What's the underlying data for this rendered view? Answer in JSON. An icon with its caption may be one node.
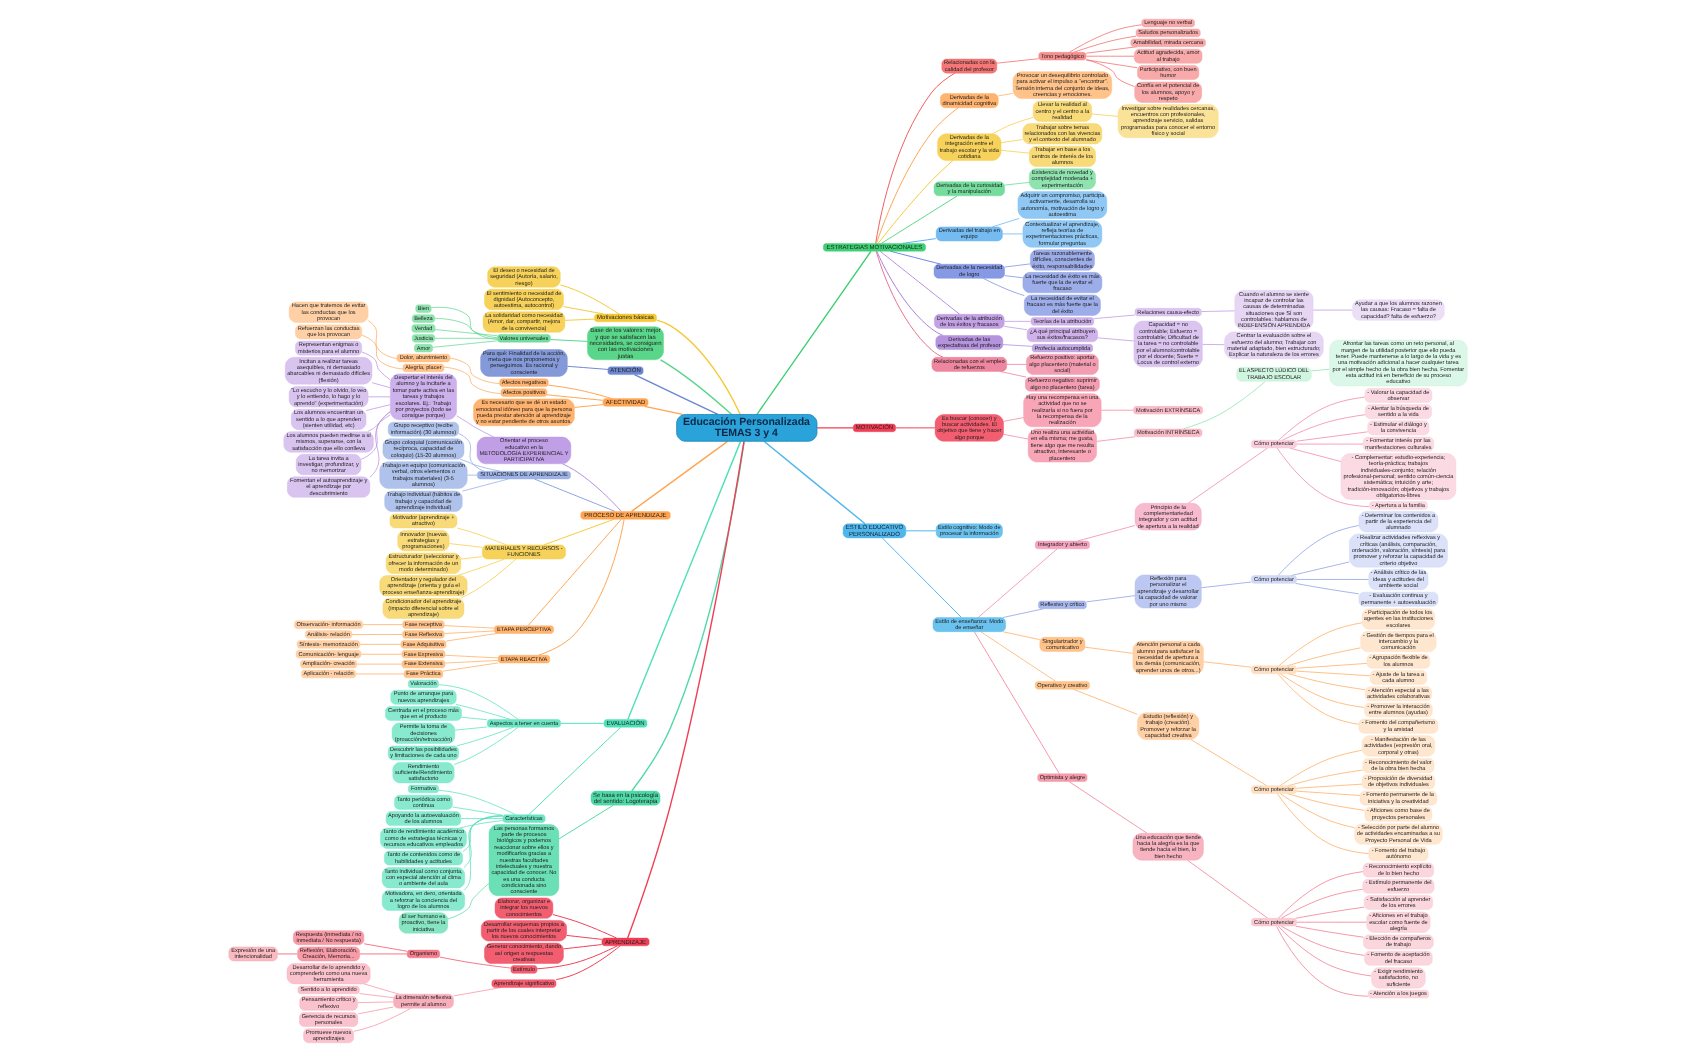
{
  "diagram": {
    "nodes": [
      {
        "text": [
          "Educación Personalizada TEMAS 3 y 4"
        ]
      },
      {
        "text": [
          "ESTRATEGIAS MOTIVACIONALES"
        ]
      },
      {
        "text": [
          "Relacionadas con la calidad del profesor"
        ]
      },
      {
        "text": [
          "Tono pedagógico"
        ]
      },
      {
        "text": [
          "Lenguaje no verbal"
        ]
      },
      {
        "text": [
          "Saludos personalizados"
        ]
      },
      {
        "text": [
          "Amabilidad, mirada cercana"
        ]
      },
      {
        "text": [
          "Actitud agradecida, amor al trabajo"
        ]
      },
      {
        "text": [
          "Participativo, con buen humor"
        ]
      },
      {
        "text": [
          "Confía en el potencial de los alumnos, apoyo y respeto"
        ]
      },
      {
        "text": [
          "Derivadas de la dinamicidad cognitiva"
        ]
      },
      {
        "text": [
          "Provocar un desequilibrio controlado para activar el impulso a \"encontrar\". Tensión interna del conjunto de ideas, creencias y emociones."
        ]
      },
      {
        "text": [
          "Derivadas de la integración entre el trabajo escolar y la vida cotidiana"
        ]
      },
      {
        "text": [
          "Llevar la realidad al centro y el centro a la realidad"
        ]
      },
      {
        "text": [
          "Investigar sobre realidades cercanas, encuentros con profesionales, aprendizaje servicio, salidas programadas para conocer el entorno físico y social"
        ]
      },
      {
        "text": [
          "Trabajar sobre temas relacionados con las vivencias y el contexto del alumnado"
        ]
      },
      {
        "text": [
          "Trabajar en base a los centros de interés de los alumnos"
        ]
      },
      {
        "text": [
          "Derivadas de la curiosidad y la manipulación"
        ]
      },
      {
        "text": [
          "Existencia de novedad y complejidad moderada + experimentación"
        ]
      },
      {
        "text": [
          "Derivadas del trabajo en equipo"
        ]
      },
      {
        "text": [
          "Adquirir un compromiso, participa activamente, desarrolla su autonomía, motivación de logro y autoestima"
        ]
      },
      {
        "text": [
          "Contextualizar el aprendizaje, refleja teorías de experimentaciones prácticas, formular preguntas"
        ]
      },
      {
        "text": [
          "Derivadas de la necesidad de logro"
        ]
      },
      {
        "text": [
          "Tareas razonablemente difíciles, conscientes de éxito, responsabilidades"
        ]
      },
      {
        "text": [
          "La necesidad de éxito es más fuerte que la de evitar el fracaso"
        ]
      },
      {
        "text": [
          "La necesidad de evitar el fracaso es más fuerte que la del éxito"
        ]
      },
      {
        "text": [
          "Derivadas de la atribución de los éxitos y fracasos"
        ]
      },
      {
        "text": [
          "Teorías de la atribución"
        ]
      },
      {
        "text": [
          "Relaciones causa-efecto"
        ]
      },
      {
        "text": [
          "Cuando el alumno se siente incapaz de controlar las causas de determinadas situaciones que SÍ son controlables: hablamos de INDEFENSIÓN APRENDIDA"
        ]
      },
      {
        "text": [
          "Ayudar a que los alumnos razonen las causas: Fracaso = falta de capacidad? falta de esfuerzo?"
        ]
      },
      {
        "text": [
          "¿A qué principal atribuyen sus éxitos/fracasos?"
        ]
      },
      {
        "text": [
          "Capacidad = no controlable; Esfuerzo = controlable; Dificultad de la tarea = no controlable por el alumno/controlable por el docente; Suerte = Locus de control externo"
        ]
      },
      {
        "text": [
          "Centrar la evaluación sobre el esfuerzo del alumno; Trabajar con material adaptado, bien estructurado; Explicar la naturaleza de los errores"
        ]
      },
      {
        "text": [
          "Derivadas de las expectativas del profesor"
        ]
      },
      {
        "text": [
          "Profecía autocumplida"
        ]
      },
      {
        "text": [
          "Relacionadas con el empleo de refuerzos"
        ]
      },
      {
        "text": [
          "Refuerzo positivo: aportar algo placentero (material o social)"
        ]
      },
      {
        "text": [
          "Refuerzo negativo: suprimir algo no placentero (tarea)"
        ]
      },
      {
        "text": [
          "Motivaciones básicas"
        ]
      },
      {
        "text": [
          "El deseo o necesidad de seguridad (Autoría, salario, riesgo)"
        ]
      },
      {
        "text": [
          "El sentimiento o necesidad de dignidad (Autoconcepto, autoestima, autocontrol)"
        ]
      },
      {
        "text": [
          "La solidaridad como necesidad (Amor, dar, compartir, mejora de la convivencia)"
        ]
      },
      {
        "text": [
          "Base de los valores: mejor y que se satisfacen las necesidades, se consiguen con las motivaciones justas"
        ]
      },
      {
        "text": [
          "Valores universales"
        ]
      },
      {
        "text": [
          "Bien"
        ]
      },
      {
        "text": [
          "Belleza"
        ]
      },
      {
        "text": [
          "Verdad"
        ]
      },
      {
        "text": [
          "Justicia"
        ]
      },
      {
        "text": [
          "Amor"
        ]
      },
      {
        "text": [
          "MOTIVACIÓN"
        ]
      },
      {
        "text": [
          "Es buscar (conocer) y buscar actividades. El objetivo que tiene y hacer algo porque"
        ]
      },
      {
        "text": [
          "Hay una recompensa en una actividad que no se realizaría si no fuera por la recompensa de la realización"
        ]
      },
      {
        "text": [
          "Motivación EXTRÍNSECA"
        ]
      },
      {
        "text": [
          "Uno realiza una actividad en ella misma; me gusta, tiene algo que me resulta atractivo, interesante o placentero"
        ]
      },
      {
        "text": [
          "Motivación INTRÍNSECA"
        ]
      },
      {
        "text": [
          "EL ASPECTO LÚDICO DEL TRABAJO ESCOLAR"
        ]
      },
      {
        "text": [
          "Afrontar las tareas como un reto personal, al margen de la utilidad posterior que ello pueda tener. Puede mantenerse a lo largo de la vida y es una motivación adicional a hacer cualquier tarea por el simple hecho de la obra bien hecha. Fomentar esta actitud irá en beneficio de su proceso educativo"
        ]
      },
      {
        "text": [
          "ATENCIÓN"
        ]
      },
      {
        "text": [
          "Para qué: Finalidad de la acción, meta que nos proponemos y perseguimos. Es racional y consciente"
        ]
      },
      {
        "text": [
          "AFECTIVIDAD"
        ]
      },
      {
        "text": [
          "Afectos negativos"
        ]
      },
      {
        "text": [
          "Dolor, aburrimiento"
        ]
      },
      {
        "text": [
          "Hacen que tratemos de evitar las conductas que los provocan"
        ]
      },
      {
        "text": [
          "Afectos positivos"
        ]
      },
      {
        "text": [
          "Alegría, placer"
        ]
      },
      {
        "text": [
          "Refuerzan las conductas que los provocan"
        ]
      },
      {
        "text": [
          "Es necesario que se dé un estado emocional idóneo para que la persona pueda prestar atención al aprendizaje y no estar pendiente de otros asuntos."
        ]
      },
      {
        "text": [
          "PROCESO DE APRENDIZAJE"
        ]
      },
      {
        "text": [
          "Orientar el proceso educativo en la METODOLOGÍA EXPERIENCIAL Y PARTICIPATIVA"
        ]
      },
      {
        "text": [
          "Despertar el interés del alumno y la incitarle a tomar parte activa en las tareas y trabajos escolares. Ej.: Trabajo por proyectos (todo se consigue porque)"
        ]
      },
      {
        "text": [
          "Representan enigmas o misterios para el alumno"
        ]
      },
      {
        "text": [
          "Incitan a realizar tareas asequibles, ni demasiado abarcables ni demasiado difíciles (flexión)"
        ]
      },
      {
        "text": [
          "\"Lo escucho y lo olvido, lo veo y lo entiendo, lo hago y lo aprendo\" (experimentación)"
        ]
      },
      {
        "text": [
          "Los alumnos encuentran un sentido a lo que aprenden (sienten utilidad, etc)"
        ]
      },
      {
        "text": [
          "Los alumnos pueden medirse a sí mismos, superarse, con la satisfacción que ello conlleva"
        ]
      },
      {
        "text": [
          "La tarea invita a investigar, profundizar, y no memorizar"
        ]
      },
      {
        "text": [
          "Fomentan el autoaprendizaje y el aprendizaje por descubrimiento"
        ]
      },
      {
        "text": [
          "SITUACIONES DE APRENDIZAJE"
        ]
      },
      {
        "text": [
          "Grupo receptivo (recibe información) (30 alumnos)"
        ]
      },
      {
        "text": [
          "Grupo coloquial (comunicación recíproca, capacidad de coloquio) (15-20 alumnos)"
        ]
      },
      {
        "text": [
          "Trabajo en equipo (comunicación verbal, otros elementos o trabajos materiales) (3-5 alumnos)"
        ]
      },
      {
        "text": [
          "Trabajo individual (hábitos de trabajo y capacidad de aprendizaje individual)"
        ]
      },
      {
        "text": [
          "MATERIALES Y RECURSOS - FUNCIONES"
        ]
      },
      {
        "text": [
          "Motivador (aprendizaje + atractivo)"
        ]
      },
      {
        "text": [
          "Innovador (nuevas estrategias y programaciones)"
        ]
      },
      {
        "text": [
          "Estructurador (seleccionar y ofrecer la información de un modo determinado)"
        ]
      },
      {
        "text": [
          "Orientador y regulador del aprendizaje (orienta y guía el proceso enseñanza-aprendizaje)"
        ]
      },
      {
        "text": [
          "Condicionador del aprendizaje (impacto diferencial sobre el aprendizaje)"
        ]
      },
      {
        "text": [
          "ETAPA PERCEPTIVA"
        ]
      },
      {
        "text": [
          "Fase receptiva"
        ]
      },
      {
        "text": [
          "Observación- información"
        ]
      },
      {
        "text": [
          "Fase Reflexiva"
        ]
      },
      {
        "text": [
          "Análisis- relación"
        ]
      },
      {
        "text": [
          "Fase Adquisitiva"
        ]
      },
      {
        "text": [
          "Síntesis- memorización"
        ]
      },
      {
        "text": [
          "ETAPA REACTIVA"
        ]
      },
      {
        "text": [
          "Fase Expresiva"
        ]
      },
      {
        "text": [
          "Comunicación- lenguaje"
        ]
      },
      {
        "text": [
          "Fase Extensiva"
        ]
      },
      {
        "text": [
          "Ampliación- creación"
        ]
      },
      {
        "text": [
          "Fase Práctica"
        ]
      },
      {
        "text": [
          "Aplicación - relación"
        ]
      },
      {
        "text": [
          "EVALUACIÓN"
        ]
      },
      {
        "text": [
          "Aspectos a tener en cuenta"
        ]
      },
      {
        "text": [
          "Valoración"
        ]
      },
      {
        "text": [
          "Punto de arranque para nuevos aprendizajes"
        ]
      },
      {
        "text": [
          "Centrada en el proceso más que en el producto"
        ]
      },
      {
        "text": [
          "Permite la toma de decisiones (proacción/retroacción)"
        ]
      },
      {
        "text": [
          "Descubrir las posibilidades y limitaciones de cada uno"
        ]
      },
      {
        "text": [
          "Rendimiento suficiente/Rendimiento satisfactorio"
        ]
      },
      {
        "text": [
          "Características"
        ]
      },
      {
        "text": [
          "Formativa"
        ]
      },
      {
        "text": [
          "Tanto periódica como continua"
        ]
      },
      {
        "text": [
          "Apoyando la autoevaluación de los alumnos"
        ]
      },
      {
        "text": [
          "Tanto de rendimiento académico como de estrategias técnicas y recursos educativos empleados"
        ]
      },
      {
        "text": [
          "Tanto de contenidos como de habilidades y actitudes"
        ]
      },
      {
        "text": [
          "Tanto individual como conjunta, con especial atención al clima o ambiente del aula"
        ]
      },
      {
        "text": [
          "Motivadora, en dero, orientada a reforzar la conciencia del logro de los alumnos"
        ]
      },
      {
        "text": [
          "ESTILO EDUCATIVO PERSONALIZADO"
        ]
      },
      {
        "text": [
          "Estilo cognitivo: Modo de procesar la información"
        ]
      },
      {
        "text": [
          "Estilo de enseñanza: Modo de enseñar"
        ]
      },
      {
        "text": [
          "Integrador y abierto"
        ]
      },
      {
        "text": [
          "Principio de la complementariedad integrador y con actitud de apertura a la realidad"
        ]
      },
      {
        "text": [
          "Cómo potenciar"
        ]
      },
      {
        "text": [
          "- Valorar la capacidad de observar"
        ]
      },
      {
        "text": [
          "- Alentar la búsqueda de sentido a la vida"
        ]
      },
      {
        "text": [
          "- Estimular el diálogo y la convivencia"
        ]
      },
      {
        "text": [
          "- Fomentar interés por las manifestaciones culturales"
        ]
      },
      {
        "text": [
          "- Complementar: estudio-experiencia; teoría-práctica; trabajos individuales-conjunto; relación profesional-personal; sentido común-ciencia sistemática; intuición y arte; tradición-innovación; objetivos y trabajos obligatorios-libres"
        ]
      },
      {
        "text": [
          "- Apertura a la familia"
        ]
      },
      {
        "text": [
          "Reflexivo y crítico"
        ]
      },
      {
        "text": [
          "Reflexión para personalizar el aprendizaje y desarrollar la capacidad de valorar por uno mismo"
        ]
      },
      {
        "text": [
          "Cómo potenciar"
        ]
      },
      {
        "text": [
          "- Determinar los contenidos a partir de la experiencia del alumnado"
        ]
      },
      {
        "text": [
          "- Realizar actividades reflexivas y críticas (análisis, comparación, ordenación, valoración, síntesis) para promover y reforzar la capacidad de criterio objetivo"
        ]
      },
      {
        "text": [
          "- Análisis crítico de las ideas y actitudes del ambiente social"
        ]
      },
      {
        "text": [
          "- Evaluación continua y permanente + autoevaluación"
        ]
      },
      {
        "text": [
          "Singularizador y comunicativo"
        ]
      },
      {
        "text": [
          "Atención personal a cada alumno para satisfacer la necesidad de apertura a los demás (comunicación, aprender unos de otros...)"
        ]
      },
      {
        "text": [
          "Cómo potenciar"
        ]
      },
      {
        "text": [
          "- Participación de todos los agentes en las instituciones escolares"
        ]
      },
      {
        "text": [
          "- Gestión de tiempos para el intercambio y la comunicación"
        ]
      },
      {
        "text": [
          "- Agrupación flexible de los alumnos"
        ]
      },
      {
        "text": [
          "- Ajuste de la tarea a cada alumno"
        ]
      },
      {
        "text": [
          "- Atención especial a las actividades colaborativas"
        ]
      },
      {
        "text": [
          "- Promover la interacción entre alumnos (ayudas)"
        ]
      },
      {
        "text": [
          "- Fomento del compañerismo y la amistad"
        ]
      },
      {
        "text": [
          "Operativo y creativo"
        ]
      },
      {
        "text": [
          "Estudio (reflexión) y trabajo (creación). Promover y reforzar la capacidad creativa"
        ]
      },
      {
        "text": [
          "Cómo potenciar"
        ]
      },
      {
        "text": [
          "- Manifestación de las actividades (expresión oral, corporal y otras)"
        ]
      },
      {
        "text": [
          "- Reconocimiento del valor de la obra bien hecha"
        ]
      },
      {
        "text": [
          "- Proposición de diversidad de objetivos individuales"
        ]
      },
      {
        "text": [
          "- Fomento permanente de la iniciativa y la creatividad"
        ]
      },
      {
        "text": [
          "- Aficiones como base de proyectos personales"
        ]
      },
      {
        "text": [
          "- Selección por parte del alumno de actividades encaminadas a su Proyecto Personal de Vida"
        ]
      },
      {
        "text": [
          "- Fomento del trabajo autónomo"
        ]
      },
      {
        "text": [
          "Optimista y alegre"
        ]
      },
      {
        "text": [
          "Una educación que tiende hacia la alegría es la que tiende hacia el bien, lo bien hecho"
        ]
      },
      {
        "text": [
          "Cómo potenciar"
        ]
      },
      {
        "text": [
          "- Reconocimiento explícito de lo bien hecho"
        ]
      },
      {
        "text": [
          "- Estímulo permanente del esfuerzo"
        ]
      },
      {
        "text": [
          "- Satisfacción al aprender de los errores"
        ]
      },
      {
        "text": [
          "- Aficiones en el trabajo escolar como fuente de alegría"
        ]
      },
      {
        "text": [
          "- Elección de compañeros de trabajo"
        ]
      },
      {
        "text": [
          "- Fomento de aceptación del fracaso"
        ]
      },
      {
        "text": [
          "- Exigir rendimiento satisfactorio, no suficiente"
        ]
      },
      {
        "text": [
          "- Atención a los juegos"
        ]
      },
      {
        "text": [
          "Se basa en la psicología del sentido: Logoterapia"
        ]
      },
      {
        "text": [
          "Las personas formamos parte de procesos biológicos y podemos reaccionar sobre ellos y modificarlos gracias a nuestras facultades intelectuales y nuestra capacidad de conocer. No es una conducta condicionada sino consciente"
        ]
      },
      {
        "text": [
          "El ser humano es proactivo, tiene la iniciativa"
        ]
      },
      {
        "text": [
          "APRENDIZAJE"
        ]
      },
      {
        "text": [
          "Elaborar, organizar e integrar los nuevos conocimientos"
        ]
      },
      {
        "text": [
          "Desarrollar esquemas propios a partir de los cuales interpretar los nuevos conocimientos"
        ]
      },
      {
        "text": [
          "Generar conocimiento, dando así origen a respuestas creativas"
        ]
      },
      {
        "text": [
          "Estímulo"
        ]
      },
      {
        "text": [
          "Organismo"
        ]
      },
      {
        "text": [
          "Respuesta (inmediata / no inmediata / No respuesta)"
        ]
      },
      {
        "text": [
          "Reflexión, Elaboración, Creación, Memoria..."
        ]
      },
      {
        "text": [
          "Expresión de una intencionalidad"
        ]
      },
      {
        "text": [
          "Aprendizaje significativo"
        ]
      },
      {
        "text": [
          "La dimensión reflexiva permite al alumno"
        ]
      },
      {
        "text": [
          "Desarrollar de lo aprendido y comprenderlo como una nueva herramienta"
        ]
      },
      {
        "text": [
          "Sentido a lo aprendido"
        ]
      },
      {
        "text": [
          "Pensamiento crítico y reflexivo"
        ]
      },
      {
        "text": [
          "Gerencia de recursos personales"
        ]
      },
      {
        "text": [
          "Promueve nuevos aprendizajes"
        ]
      }
    ],
    "edges": [
      {
        "from": 0,
        "to": 1,
        "arrow": "none",
        "color": "#3fcf74"
      },
      {
        "from": 1,
        "to": 2,
        "arrow": "none",
        "color": "#f25c5c"
      },
      {
        "from": 2,
        "to": 3,
        "arrow": "none",
        "color": "#f25c5c"
      },
      {
        "from": 3,
        "to": 4,
        "arrow": "none",
        "color": "#f25c5c"
      },
      {
        "from": 3,
        "to": 5,
        "arrow": "none",
        "color": "#f25c5c"
      },
      {
        "from": 3,
        "to": 6,
        "arrow": "none",
        "color": "#f25c5c"
      },
      {
        "from": 3,
        "to": 7,
        "arrow": "none",
        "color": "#f25c5c"
      },
      {
        "from": 3,
        "to": 8,
        "arrow": "none",
        "color": "#f25c5c"
      },
      {
        "from": 3,
        "to": 9,
        "arrow": "none",
        "color": "#f25c5c"
      },
      {
        "from": 1,
        "to": 10,
        "arrow": "none"
      },
      {
        "from": 10,
        "to": 11,
        "arrow": "none"
      },
      {
        "from": 1,
        "to": 12,
        "arrow": "none",
        "color": "#f5c93a"
      },
      {
        "from": 12,
        "to": 13,
        "arrow": "none",
        "color": "#f5c93a"
      },
      {
        "from": 13,
        "to": 14,
        "arrow": "none",
        "color": "#f5c93a"
      },
      {
        "from": 12,
        "to": 15,
        "arrow": "none",
        "color": "#f5c93a"
      },
      {
        "from": 12,
        "to": 16,
        "arrow": "none",
        "color": "#f5c93a"
      },
      {
        "from": 1,
        "to": 17,
        "arrow": "none",
        "color": "#5ad68a"
      },
      {
        "from": 17,
        "to": 18,
        "arrow": "none",
        "color": "#5ad68a"
      },
      {
        "from": 1,
        "to": 19,
        "arrow": "none",
        "color": "#5aaef0"
      },
      {
        "from": 19,
        "to": 20,
        "arrow": "none",
        "color": "#5aaef0"
      },
      {
        "from": 19,
        "to": 21,
        "arrow": "none",
        "color": "#5aaef0"
      },
      {
        "from": 1,
        "to": 22,
        "arrow": "none",
        "color": "#6f86e0"
      },
      {
        "from": 22,
        "to": 23,
        "arrow": "none",
        "color": "#6f86e0"
      },
      {
        "from": 22,
        "to": 24,
        "arrow": "none",
        "color": "#6f86e0"
      },
      {
        "from": 22,
        "to": 25,
        "arrow": "none",
        "color": "#6f86e0"
      },
      {
        "from": 1,
        "to": 26,
        "arrow": "none",
        "color": "#b98ee0"
      },
      {
        "from": 26,
        "to": 27,
        "arrow": "none",
        "color": "#b98ee0"
      },
      {
        "from": 27,
        "to": 28,
        "arrow": "none",
        "color": "#b98ee0"
      },
      {
        "from": 28,
        "to": 29,
        "arrow": "none",
        "color": "#b98ee0"
      },
      {
        "from": 29,
        "to": 30,
        "arrow": "none",
        "color": "#b98ee0"
      },
      {
        "from": 26,
        "to": 31,
        "arrow": "none",
        "color": "#b98ee0"
      },
      {
        "from": 31,
        "to": 32,
        "arrow": "none",
        "color": "#b98ee0"
      },
      {
        "from": 32,
        "to": 33,
        "arrow": "none",
        "color": "#b98ee0"
      },
      {
        "from": 1,
        "to": 34,
        "arrow": "none",
        "color": "#a77fd8"
      },
      {
        "from": 34,
        "to": 35,
        "arrow": "none",
        "color": "#a77fd8"
      },
      {
        "from": 1,
        "to": 36,
        "arrow": "none",
        "color": "#ec6f8e"
      },
      {
        "from": 36,
        "to": 37,
        "arrow": "none",
        "color": "#ec6f8e"
      },
      {
        "from": 36,
        "to": 38,
        "arrow": "none",
        "color": "#ec6f8e"
      },
      {
        "from": 39,
        "to": 0,
        "arrow": "none",
        "color": "#f5c93a"
      },
      {
        "from": 40,
        "to": 39,
        "arrow": "none",
        "color": "#f5c93a"
      },
      {
        "from": 41,
        "to": 39,
        "arrow": "none",
        "color": "#f5c93a"
      },
      {
        "from": 42,
        "to": 39,
        "arrow": "none",
        "color": "#f5c93a"
      },
      {
        "from": 43,
        "to": 0,
        "arrow": "none",
        "color": "#5ad68a"
      },
      {
        "from": 44,
        "to": 43,
        "arrow": "none",
        "color": "#5ad68a"
      },
      {
        "from": 45,
        "to": 44,
        "arrow": "none",
        "color": "#5ad68a"
      },
      {
        "from": 46,
        "to": 44,
        "arrow": "none",
        "color": "#5ad68a"
      },
      {
        "from": 47,
        "to": 44,
        "arrow": "none",
        "color": "#5ad68a"
      },
      {
        "from": 48,
        "to": 44,
        "arrow": "none",
        "color": "#5ad68a"
      },
      {
        "from": 49,
        "to": 44,
        "arrow": "none",
        "color": "#5ad68a"
      },
      {
        "from": 0,
        "to": 50,
        "arrow": "none",
        "color": "#ef3f55"
      },
      {
        "from": 50,
        "to": 51,
        "arrow": "none",
        "color": "#ef3f55"
      },
      {
        "from": 51,
        "to": 52,
        "arrow": "none",
        "color": "#f47c95"
      },
      {
        "from": 52,
        "to": 53,
        "arrow": "none",
        "color": "#f47c95"
      },
      {
        "from": 51,
        "to": 54,
        "arrow": "none",
        "color": "#f47c95"
      },
      {
        "from": 54,
        "to": 55,
        "arrow": "none",
        "color": "#f47c95"
      },
      {
        "from": 55,
        "to": 56,
        "arrow": "none",
        "color": "#7de3a8"
      },
      {
        "from": 56,
        "to": 57,
        "arrow": "none",
        "color": "#7de3a8"
      },
      {
        "from": 58,
        "to": 0,
        "arrow": "none",
        "color": "#6d86d0"
      },
      {
        "from": 59,
        "to": 58,
        "arrow": "none",
        "color": "#6d86d0"
      },
      {
        "from": 60,
        "to": 0,
        "arrow": "none"
      },
      {
        "from": 61,
        "to": 60,
        "arrow": "none"
      },
      {
        "from": 62,
        "to": 61,
        "arrow": "none"
      },
      {
        "from": 63,
        "to": 62,
        "arrow": "none"
      },
      {
        "from": 64,
        "to": 60,
        "arrow": "none"
      },
      {
        "from": 65,
        "to": 64,
        "arrow": "none"
      },
      {
        "from": 66,
        "to": 65,
        "arrow": "none"
      },
      {
        "from": 67,
        "to": 60,
        "arrow": "none"
      },
      {
        "from": 68,
        "to": 0,
        "arrow": "none"
      },
      {
        "from": 69,
        "to": 68,
        "arrow": "none",
        "color": "#b58de3"
      },
      {
        "from": 70,
        "to": 69,
        "arrow": "none",
        "color": "#b58de3"
      },
      {
        "from": 71,
        "to": 70,
        "arrow": "none",
        "color": "#b58de3"
      },
      {
        "from": 72,
        "to": 70,
        "arrow": "none",
        "color": "#b58de3"
      },
      {
        "from": 73,
        "to": 70,
        "arrow": "none",
        "color": "#b58de3"
      },
      {
        "from": 74,
        "to": 70,
        "arrow": "none",
        "color": "#b58de3"
      },
      {
        "from": 75,
        "to": 70,
        "arrow": "none",
        "color": "#b58de3"
      },
      {
        "from": 76,
        "to": 70,
        "arrow": "none",
        "color": "#b58de3"
      },
      {
        "from": 77,
        "to": 70,
        "arrow": "none",
        "color": "#b58de3"
      },
      {
        "from": 78,
        "to": 68,
        "arrow": "none",
        "color": "#8aa5e2"
      },
      {
        "from": 79,
        "to": 78,
        "arrow": "none",
        "color": "#8aa5e2"
      },
      {
        "from": 80,
        "to": 78,
        "arrow": "none",
        "color": "#8aa5e2"
      },
      {
        "from": 81,
        "to": 78,
        "arrow": "none",
        "color": "#8aa5e2"
      },
      {
        "from": 82,
        "to": 78,
        "arrow": "none",
        "color": "#8aa5e2"
      },
      {
        "from": 83,
        "to": 68,
        "arrow": "none",
        "color": "#f5c93a"
      },
      {
        "from": 84,
        "to": 83,
        "arrow": "none",
        "color": "#f5c93a"
      },
      {
        "from": 85,
        "to": 83,
        "arrow": "none",
        "color": "#f5c93a"
      },
      {
        "from": 86,
        "to": 83,
        "arrow": "none",
        "color": "#f5c93a"
      },
      {
        "from": 87,
        "to": 83,
        "arrow": "none",
        "color": "#f5c93a"
      },
      {
        "from": 88,
        "to": 83,
        "arrow": "none",
        "color": "#f5c93a"
      },
      {
        "from": 89,
        "to": 68,
        "arrow": "none"
      },
      {
        "from": 90,
        "to": 89,
        "arrow": "none"
      },
      {
        "from": 91,
        "to": 90,
        "arrow": "none"
      },
      {
        "from": 92,
        "to": 89,
        "arrow": "none"
      },
      {
        "from": 93,
        "to": 92,
        "arrow": "none"
      },
      {
        "from": 94,
        "to": 89,
        "arrow": "none"
      },
      {
        "from": 95,
        "to": 94,
        "arrow": "none"
      },
      {
        "from": 96,
        "to": 68,
        "arrow": "none"
      },
      {
        "from": 97,
        "to": 96,
        "arrow": "none"
      },
      {
        "from": 98,
        "to": 97,
        "arrow": "none"
      },
      {
        "from": 99,
        "to": 96,
        "arrow": "none"
      },
      {
        "from": 100,
        "to": 99,
        "arrow": "none"
      },
      {
        "from": 101,
        "to": 96,
        "arrow": "none"
      },
      {
        "from": 102,
        "to": 101,
        "arrow": "none"
      },
      {
        "from": 103,
        "to": 0,
        "arrow": "none",
        "color": "#4fe0b8"
      },
      {
        "from": 104,
        "to": 103,
        "arrow": "none",
        "color": "#4fe0b8"
      },
      {
        "from": 105,
        "to": 104,
        "arrow": "none",
        "color": "#4fe0b8"
      },
      {
        "from": 106,
        "to": 104,
        "arrow": "none",
        "color": "#4fe0b8"
      },
      {
        "from": 107,
        "to": 104,
        "arrow": "none",
        "color": "#4fe0b8"
      },
      {
        "from": 108,
        "to": 104,
        "arrow": "none",
        "color": "#4fe0b8"
      },
      {
        "from": 109,
        "to": 104,
        "arrow": "none",
        "color": "#4fe0b8"
      },
      {
        "from": 110,
        "to": 104,
        "arrow": "none",
        "color": "#4fe0b8"
      },
      {
        "from": 111,
        "to": 103,
        "arrow": "none",
        "color": "#4fe0b8"
      },
      {
        "from": 112,
        "to": 111,
        "arrow": "none",
        "color": "#4fe0b8"
      },
      {
        "from": 113,
        "to": 111,
        "arrow": "none",
        "color": "#4fe0b8"
      },
      {
        "from": 114,
        "to": 111,
        "arrow": "none",
        "color": "#4fe0b8"
      },
      {
        "from": 115,
        "to": 111,
        "arrow": "none",
        "color": "#4fe0b8"
      },
      {
        "from": 116,
        "to": 111,
        "arrow": "none",
        "color": "#4fe0b8"
      },
      {
        "from": 117,
        "to": 111,
        "arrow": "none",
        "color": "#4fe0b8"
      },
      {
        "from": 118,
        "to": 111,
        "arrow": "none",
        "color": "#4fe0b8"
      },
      {
        "from": 0,
        "to": 119,
        "arrow": "none",
        "color": "#4eb6ec"
      },
      {
        "from": 119,
        "to": 120,
        "arrow": "none",
        "color": "#4eb6ec"
      },
      {
        "from": 119,
        "to": 121,
        "arrow": "none",
        "color": "#4eb6ec"
      },
      {
        "from": 121,
        "to": 122,
        "arrow": "none",
        "color": "#f07aa0"
      },
      {
        "from": 122,
        "to": 123,
        "arrow": "none",
        "color": "#f07aa0"
      },
      {
        "from": 123,
        "to": 124,
        "arrow": "none",
        "color": "#f07aa0"
      },
      {
        "from": 124,
        "to": 125,
        "arrow": "none",
        "color": "#f07aa0"
      },
      {
        "from": 124,
        "to": 126,
        "arrow": "none",
        "color": "#f07aa0"
      },
      {
        "from": 124,
        "to": 127,
        "arrow": "none",
        "color": "#f07aa0"
      },
      {
        "from": 124,
        "to": 128,
        "arrow": "none",
        "color": "#f07aa0"
      },
      {
        "from": 124,
        "to": 129,
        "arrow": "none",
        "color": "#f07aa0"
      },
      {
        "from": 124,
        "to": 130,
        "arrow": "none",
        "color": "#f07aa0"
      },
      {
        "from": 121,
        "to": 131,
        "arrow": "none",
        "color": "#7f95e6"
      },
      {
        "from": 131,
        "to": 132,
        "arrow": "none",
        "color": "#7f95e6"
      },
      {
        "from": 132,
        "to": 133,
        "arrow": "none",
        "color": "#7f95e6"
      },
      {
        "from": 133,
        "to": 134,
        "arrow": "none",
        "color": "#7f95e6"
      },
      {
        "from": 133,
        "to": 135,
        "arrow": "none",
        "color": "#7f95e6"
      },
      {
        "from": 133,
        "to": 136,
        "arrow": "none",
        "color": "#7f95e6"
      },
      {
        "from": 133,
        "to": 137,
        "arrow": "none",
        "color": "#7f95e6"
      },
      {
        "from": 121,
        "to": 138,
        "arrow": "none"
      },
      {
        "from": 138,
        "to": 139,
        "arrow": "none"
      },
      {
        "from": 139,
        "to": 140,
        "arrow": "none"
      },
      {
        "from": 140,
        "to": 141,
        "arrow": "none"
      },
      {
        "from": 140,
        "to": 142,
        "arrow": "none"
      },
      {
        "from": 140,
        "to": 143,
        "arrow": "none"
      },
      {
        "from": 140,
        "to": 144,
        "arrow": "none"
      },
      {
        "from": 140,
        "to": 145,
        "arrow": "none"
      },
      {
        "from": 140,
        "to": 146,
        "arrow": "none"
      },
      {
        "from": 140,
        "to": 147,
        "arrow": "none"
      },
      {
        "from": 121,
        "to": 148,
        "arrow": "none"
      },
      {
        "from": 148,
        "to": 149,
        "arrow": "none"
      },
      {
        "from": 149,
        "to": 150,
        "arrow": "none"
      },
      {
        "from": 150,
        "to": 151,
        "arrow": "none"
      },
      {
        "from": 150,
        "to": 152,
        "arrow": "none"
      },
      {
        "from": 150,
        "to": 153,
        "arrow": "none"
      },
      {
        "from": 150,
        "to": 154,
        "arrow": "none"
      },
      {
        "from": 150,
        "to": 155,
        "arrow": "none"
      },
      {
        "from": 150,
        "to": 156,
        "arrow": "none"
      },
      {
        "from": 150,
        "to": 157,
        "arrow": "none"
      },
      {
        "from": 121,
        "to": 158,
        "arrow": "none",
        "color": "#f06d85"
      },
      {
        "from": 158,
        "to": 159,
        "arrow": "none",
        "color": "#f06d85"
      },
      {
        "from": 159,
        "to": 160,
        "arrow": "none",
        "color": "#f06d85"
      },
      {
        "from": 160,
        "to": 161,
        "arrow": "none",
        "color": "#f06d85"
      },
      {
        "from": 160,
        "to": 162,
        "arrow": "none",
        "color": "#f06d85"
      },
      {
        "from": 160,
        "to": 163,
        "arrow": "none",
        "color": "#f06d85"
      },
      {
        "from": 160,
        "to": 164,
        "arrow": "none",
        "color": "#f06d85"
      },
      {
        "from": 160,
        "to": 165,
        "arrow": "none",
        "color": "#f06d85"
      },
      {
        "from": 160,
        "to": 166,
        "arrow": "none",
        "color": "#f06d85"
      },
      {
        "from": 160,
        "to": 167,
        "arrow": "none",
        "color": "#f06d85"
      },
      {
        "from": 160,
        "to": 168,
        "arrow": "none",
        "color": "#f06d85"
      },
      {
        "from": 169,
        "to": 0,
        "arrow": "none",
        "color": "#4fd9a8"
      },
      {
        "from": 170,
        "to": 169,
        "arrow": "none",
        "color": "#4fd9a8"
      },
      {
        "from": 171,
        "to": 170,
        "arrow": "none",
        "color": "#4fd9a8"
      },
      {
        "from": 172,
        "to": 0,
        "arrow": "none",
        "color": "#ef3f55"
      },
      {
        "from": 173,
        "to": 172,
        "arrow": "none",
        "color": "#ef3f55"
      },
      {
        "from": 174,
        "to": 172,
        "arrow": "none",
        "color": "#ef3f55"
      },
      {
        "from": 175,
        "to": 172,
        "arrow": "none",
        "color": "#ef3f55"
      },
      {
        "from": 176,
        "to": 172,
        "arrow": "none",
        "color": "#ef3f55"
      },
      {
        "from": 177,
        "to": 176,
        "arrow": "none",
        "color": "#ef3f55"
      },
      {
        "from": 178,
        "to": 177,
        "arrow": "none",
        "color": "#ef3f55"
      },
      {
        "from": 179,
        "to": 177,
        "arrow": "none",
        "color": "#ef3f55"
      },
      {
        "from": 180,
        "to": 179,
        "arrow": "none",
        "color": "#ef3f55"
      },
      {
        "from": 181,
        "to": 172,
        "arrow": "none",
        "color": "#ef3f55"
      },
      {
        "from": 182,
        "to": 181,
        "arrow": "none",
        "color": "#f58a9c"
      },
      {
        "from": 183,
        "to": 182,
        "arrow": "none",
        "color": "#f58a9c"
      },
      {
        "from": 184,
        "to": 182,
        "arrow": "none",
        "color": "#f58a9c"
      },
      {
        "from": 185,
        "to": 182,
        "arrow": "none",
        "color": "#f58a9c"
      },
      {
        "from": 186,
        "to": 182,
        "arrow": "none",
        "color": "#f58a9c"
      },
      {
        "from": 187,
        "to": 182,
        "arrow": "none",
        "color": "#f58a9c"
      }
    ]
  }
}
